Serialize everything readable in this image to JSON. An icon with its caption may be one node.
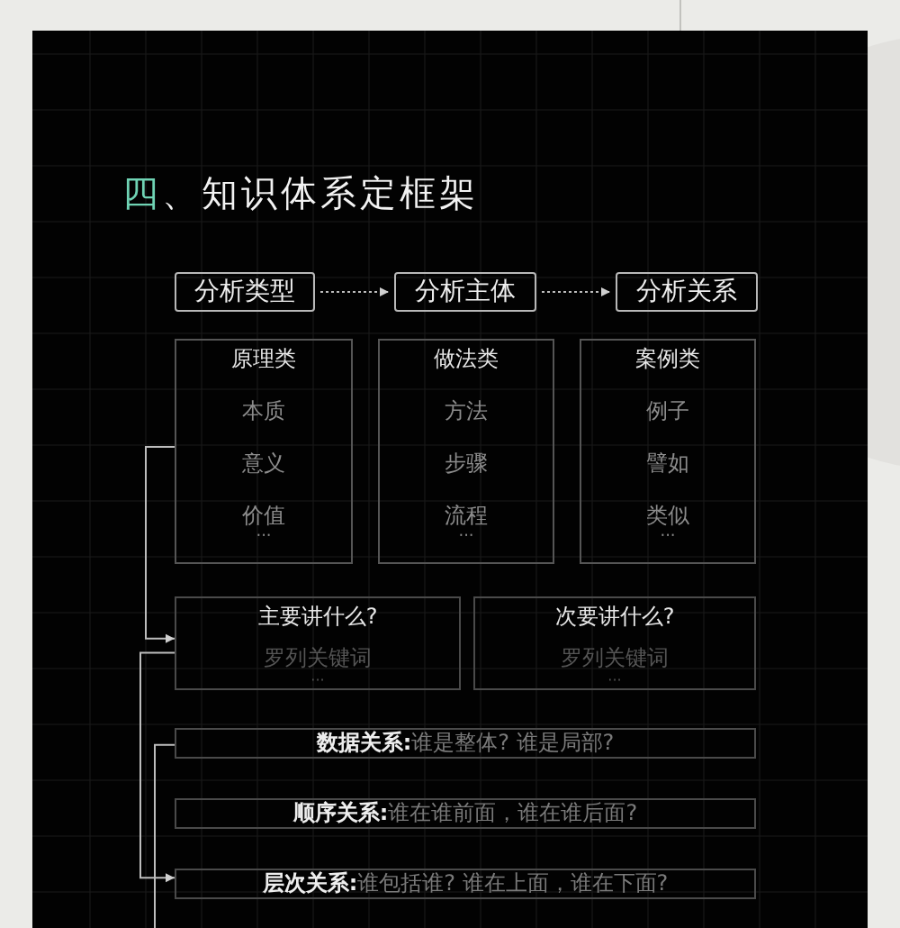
{
  "diagram": {
    "title": "四、知识体系定框架",
    "nodes": [
      {
        "text": [
          "分析类型"
        ]
      },
      {
        "text": [
          "分析主体"
        ]
      },
      {
        "text": [
          "分析关系"
        ]
      },
      {
        "text": [
          "原理类",
          "本质",
          "意义",
          "价值",
          "···"
        ]
      },
      {
        "text": [
          "做法类",
          "方法",
          "步骤",
          "流程",
          "···"
        ]
      },
      {
        "text": [
          "案例类",
          "例子",
          "譬如",
          "类似",
          "···"
        ]
      },
      {
        "text": [
          "主要讲什么?",
          "罗列关键词",
          "···"
        ]
      },
      {
        "text": [
          "次要讲什么?",
          "罗列关键词",
          "···"
        ]
      },
      {
        "text": [
          "**数据关系:**谁是整体? 谁是局部?"
        ]
      },
      {
        "text": [
          "**顺序关系:**谁在谁前面，谁在谁后面?"
        ]
      },
      {
        "text": [
          "**层次关系:**谁包括谁? 谁在上面，谁在下面?"
        ]
      }
    ],
    "edges": [
      {
        "from": 0,
        "to": 1,
        "arrow": "to",
        "style": "dashed"
      },
      {
        "from": 1,
        "to": 2,
        "arrow": "to",
        "style": "dashed"
      },
      {
        "from": 3,
        "to": 6,
        "arrow": "to"
      },
      {
        "from": 6,
        "to": 10,
        "arrow": "to"
      },
      {
        "from": 8,
        "to": null,
        "arrow": "none"
      }
    ]
  }
}
